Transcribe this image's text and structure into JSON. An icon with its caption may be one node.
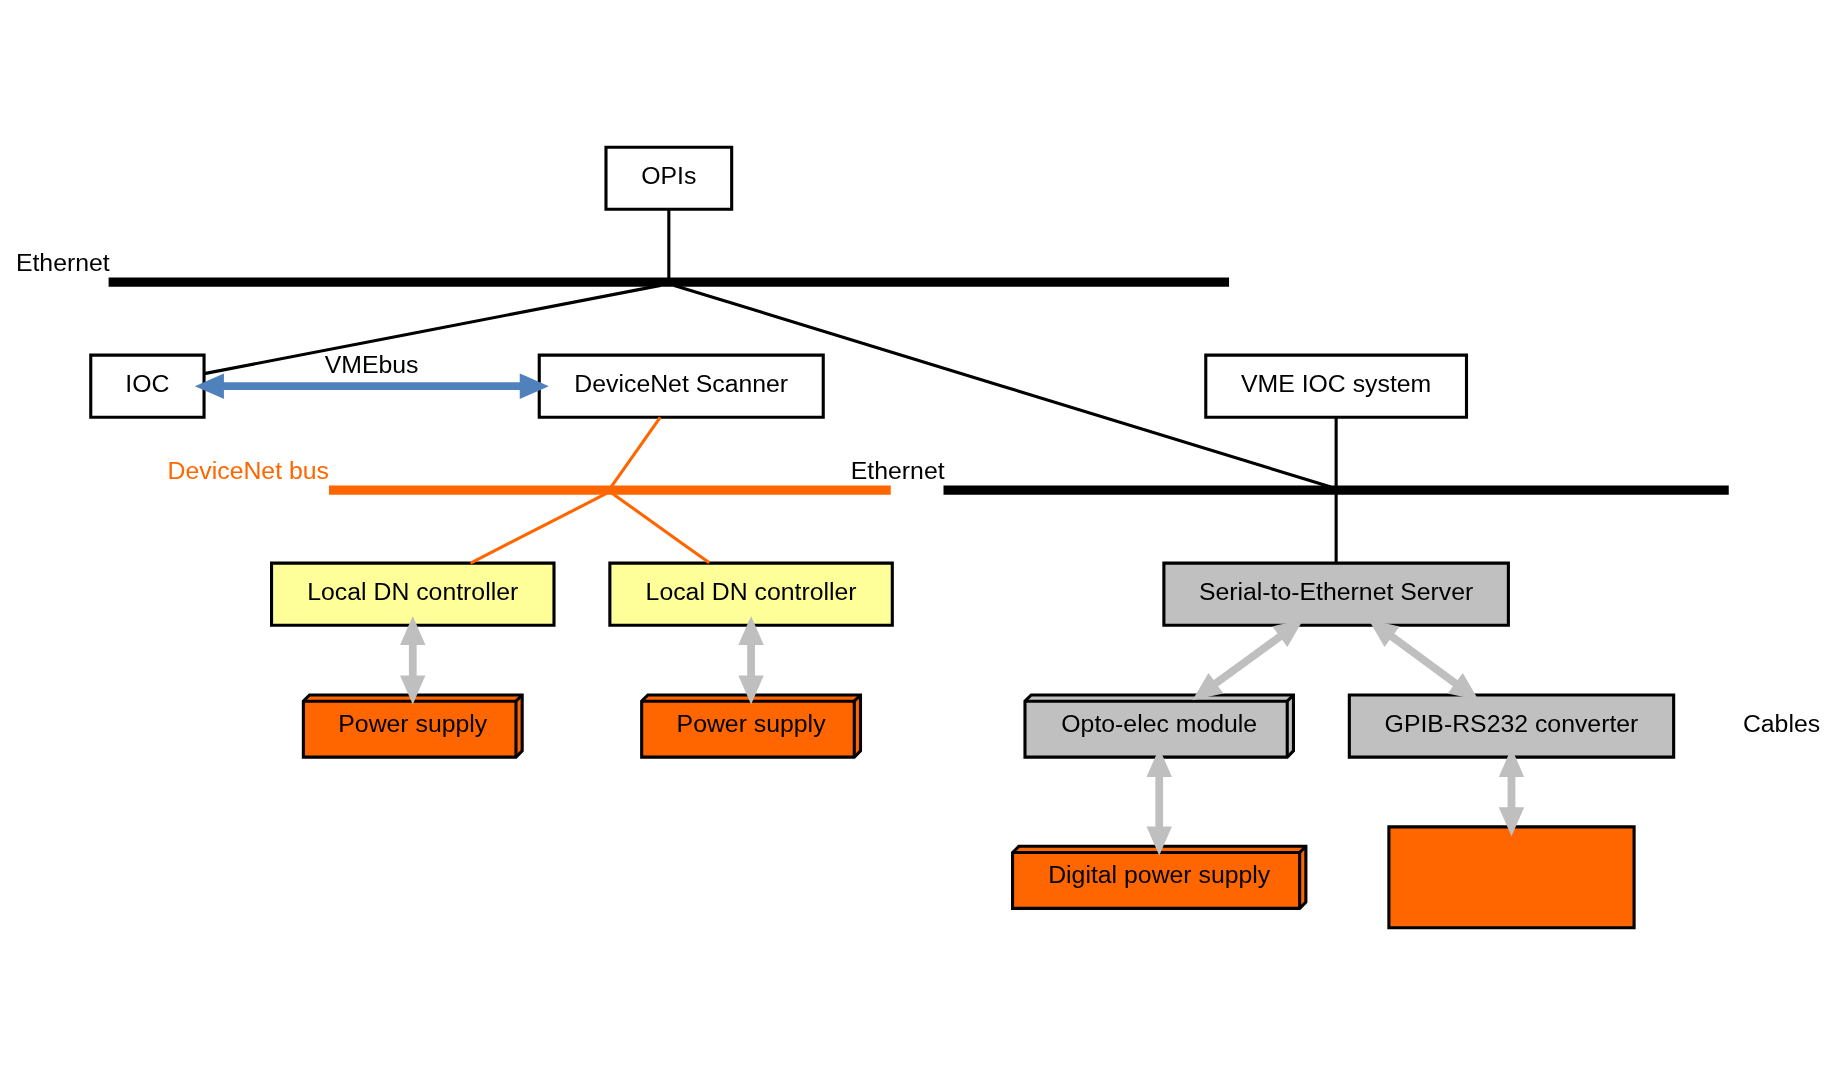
{
  "diagram": {
    "nodes": [
      {
        "text": [
          "OPIs"
        ]
      },
      {
        "text": [],
        "shape": "bar",
        "beside": [
          "Ethernet"
        ]
      },
      {
        "text": [
          "IOC"
        ]
      },
      {
        "text": [
          "DeviceNet Scanner"
        ]
      },
      {
        "text": [],
        "shape": "bar",
        "beside": [
          "DeviceNet bus"
        ]
      },
      {
        "text": [
          "VME IOC system"
        ]
      },
      {
        "text": [],
        "shape": "bar",
        "beside": [
          "Ethernet"
        ]
      },
      {
        "text": [
          "Local DN controller"
        ]
      },
      {
        "text": [
          "Local DN controller"
        ]
      },
      {
        "text": [
          "Power supply"
        ]
      },
      {
        "text": [
          "Power supply"
        ]
      },
      {
        "text": [
          "Serial-to-Ethernet Server"
        ]
      },
      {
        "text": [
          "Opto-elec module"
        ]
      },
      {
        "text": [
          "GPIB-RS232 converter"
        ]
      },
      {
        "text": [
          "Digital power supply"
        ]
      },
      {
        "text": [],
        "shape": "box"
      }
    ],
    "edges": [
      {
        "from": 0,
        "to": 1,
        "arrow": "none",
        "color": "#000000"
      },
      {
        "from": 1,
        "to": 2,
        "arrow": "none",
        "color": "#000000"
      },
      {
        "from": 2,
        "to": 3,
        "arrow": "both",
        "label": "VMEbus",
        "style": "thick",
        "color": "#4f81bd"
      },
      {
        "from": 1,
        "to": 6,
        "arrow": "none",
        "color": "#000000"
      },
      {
        "from": 3,
        "to": 4,
        "arrow": "none",
        "color": "#ff6600"
      },
      {
        "from": 4,
        "to": 7,
        "arrow": "none",
        "color": "#ff6600"
      },
      {
        "from": 4,
        "to": 8,
        "arrow": "none",
        "color": "#ff6600"
      },
      {
        "from": 5,
        "to": 6,
        "arrow": "none",
        "color": "#000000"
      },
      {
        "from": 6,
        "to": 11,
        "arrow": "none",
        "color": "#000000"
      },
      {
        "from": 7,
        "to": 9,
        "arrow": "both",
        "style": "thick",
        "color": "#bfbfbf"
      },
      {
        "from": 8,
        "to": 10,
        "arrow": "both",
        "style": "thick",
        "color": "#bfbfbf"
      },
      {
        "from": 11,
        "to": 12,
        "arrow": "both",
        "style": "thick",
        "color": "#bfbfbf"
      },
      {
        "from": 11,
        "to": 13,
        "arrow": "both",
        "style": "thick",
        "color": "#bfbfbf"
      },
      {
        "from": 12,
        "to": 14,
        "arrow": "both",
        "style": "thick",
        "color": "#bfbfbf"
      },
      {
        "from": 13,
        "to": 15,
        "arrow": "both",
        "style": "thick",
        "color": "#bfbfbf"
      }
    ],
    "labels": [
      "Cables"
    ]
  }
}
